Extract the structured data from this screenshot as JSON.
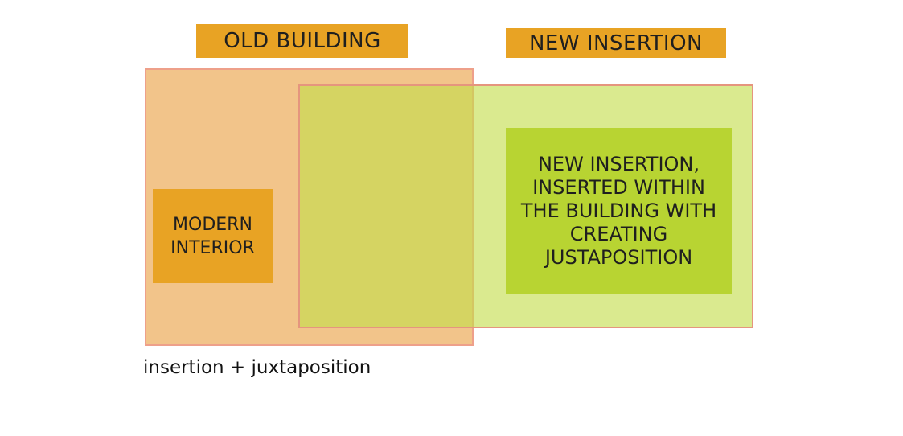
{
  "labels": {
    "old_building": "OLD BUILDING",
    "new_insertion": "NEW INSERTION"
  },
  "modern_interior": {
    "lines": [
      "MODERN",
      "INTERIOR"
    ]
  },
  "insertion_note": {
    "lines": [
      "NEW INSERTION,",
      "INSERTED WITHIN",
      "THE BUILDING WITH",
      "CREATING",
      "JUSTAPOSITION"
    ]
  },
  "caption": "insertion + juxtaposition",
  "colors": {
    "label_orange": "#e8a324",
    "old_zone": "#f2c48a",
    "new_zone_green": "#c4dd4a",
    "insertion_green": "#b8d432",
    "outline": "#eea08a"
  }
}
